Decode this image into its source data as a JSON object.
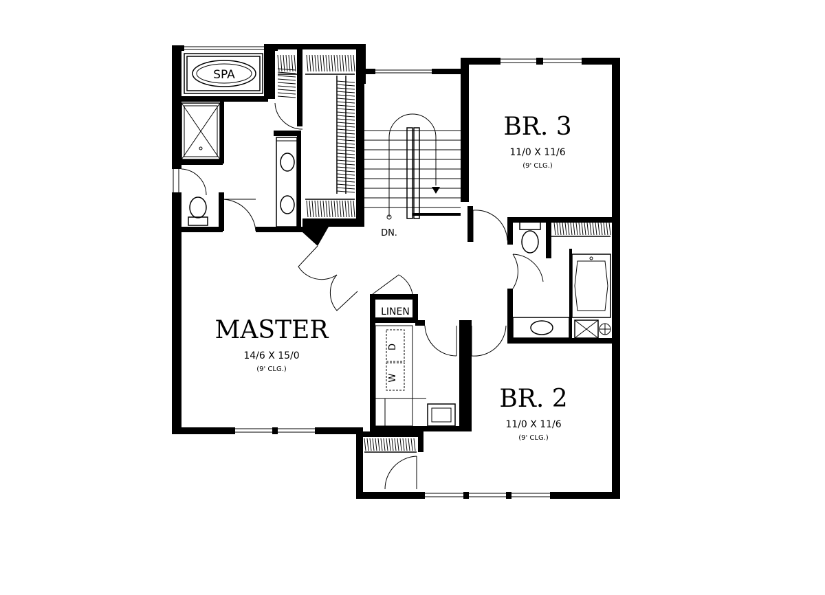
{
  "rooms": {
    "master": {
      "name": "MASTER",
      "dims": "14/6  X  15/0",
      "ceiling": "(9' CLG.)"
    },
    "br3": {
      "name": "BR. 3",
      "dims": "11/0  X  11/6",
      "ceiling": "(9' CLG.)"
    },
    "br2": {
      "name": "BR. 2",
      "dims": "11/0  X  11/6",
      "ceiling": "(9' CLG.)"
    }
  },
  "labels": {
    "spa": "SPA",
    "linen": "LINEN",
    "stairs_down": "DN.",
    "washer": "W",
    "dryer": "D"
  }
}
